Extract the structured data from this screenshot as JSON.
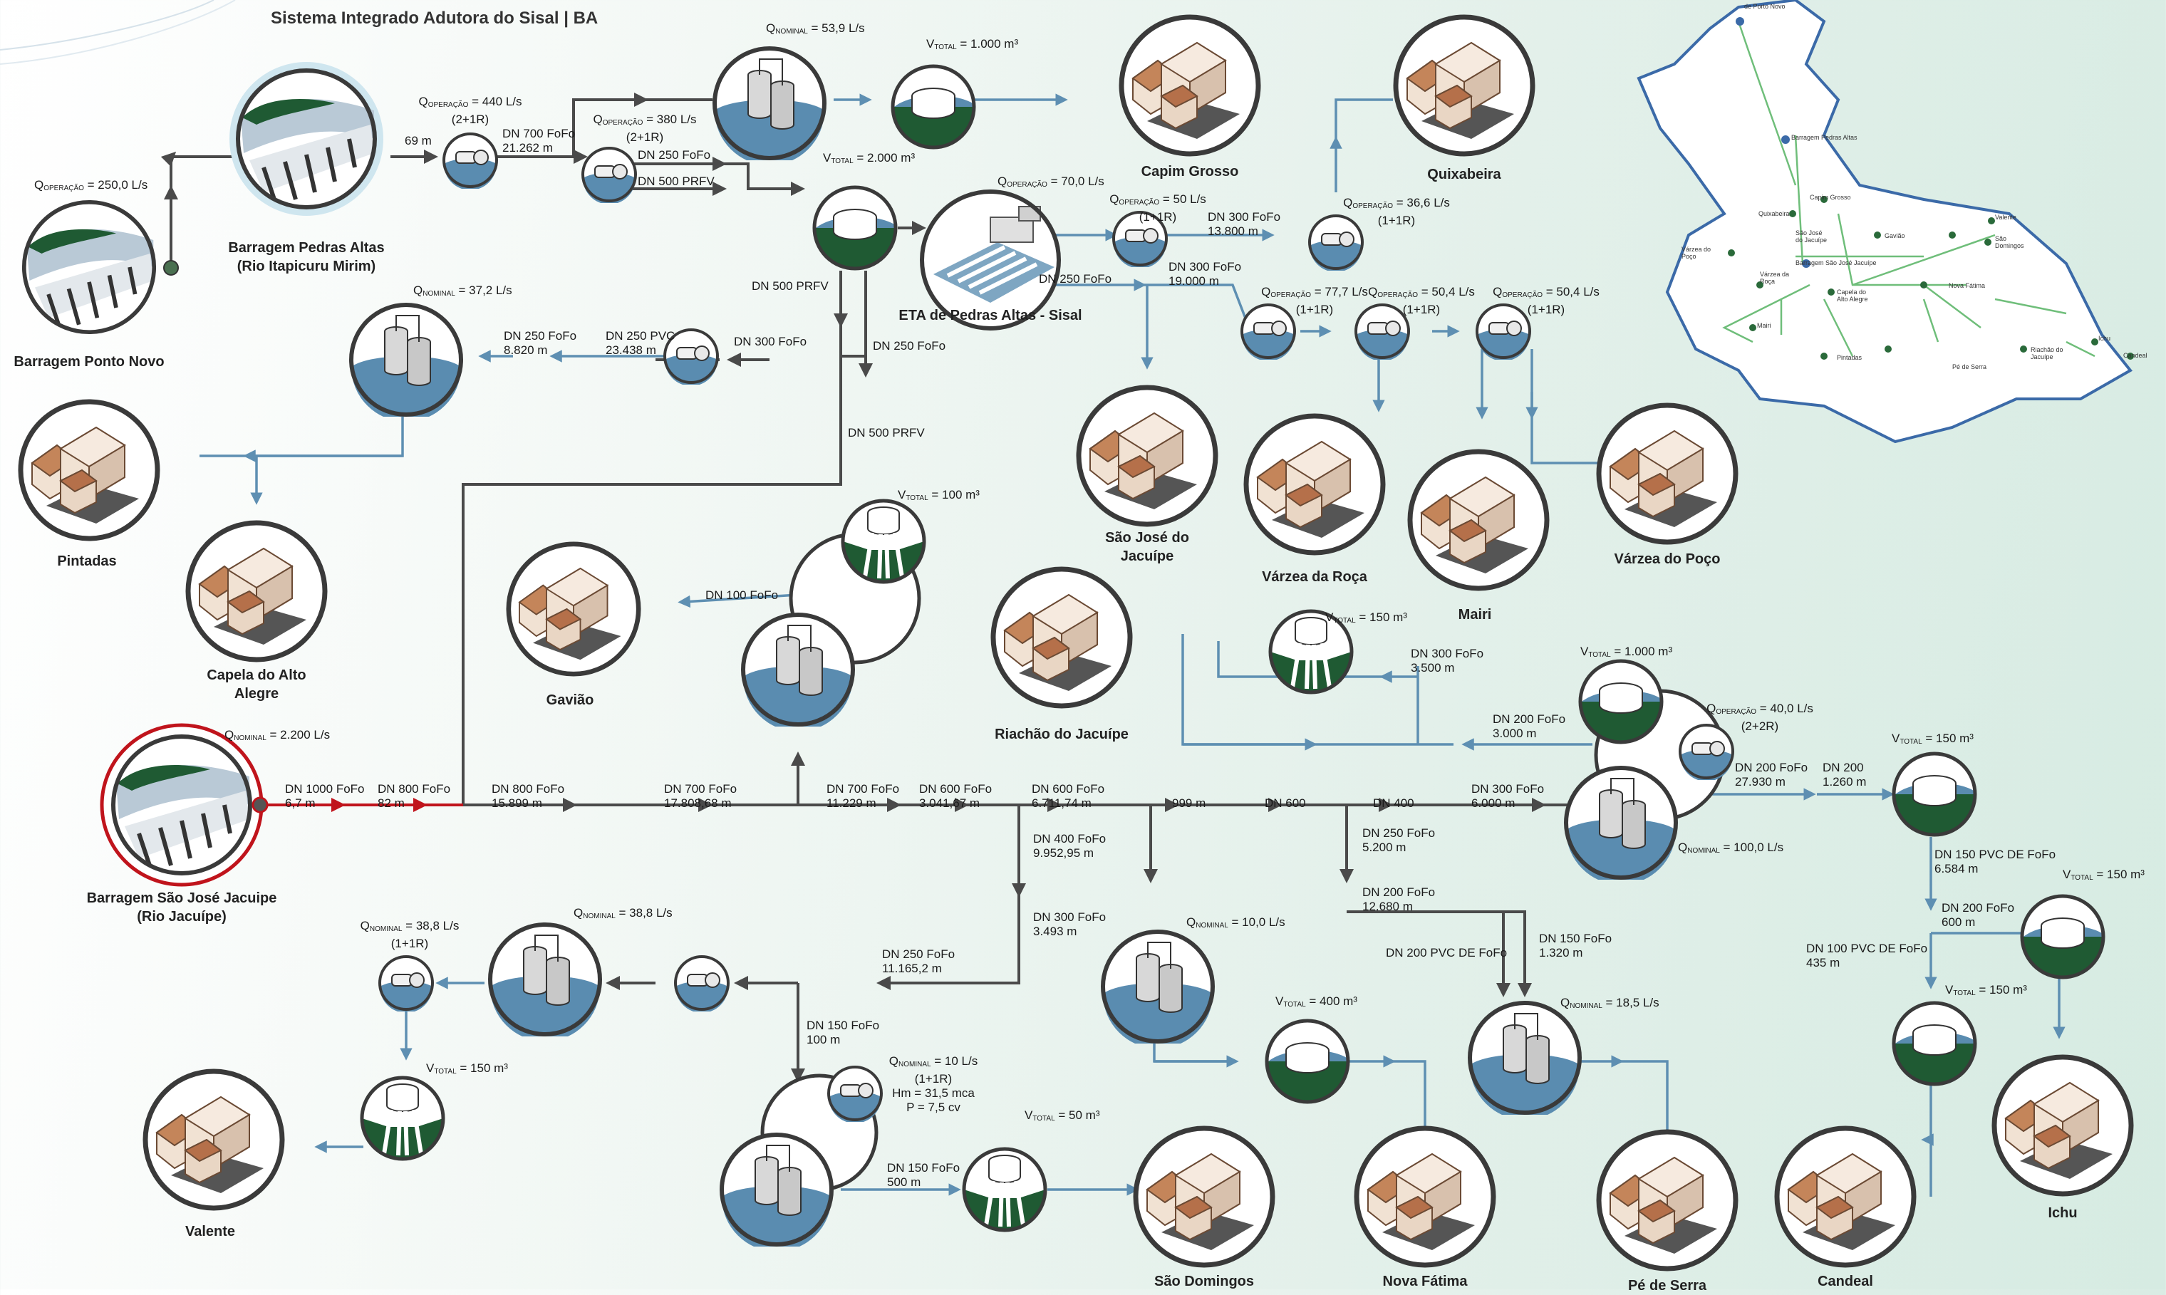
{
  "title": "Sistema Integrado Adutora do Sisal  | BA",
  "places": {
    "ponto_novo": "Barragem Ponto Novo",
    "pedras_altas": [
      "Barragem Pedras Altas",
      "(Rio Itapicuru Mirim)"
    ],
    "sao_jose_jacuipe": [
      "Barragem São José Jacuipe",
      "(Rio Jacuípe)"
    ],
    "eta": "ETA de Pedras Altas - Sisal",
    "capim_grosso": "Capim Grosso",
    "quixabeira": "Quixabeira",
    "pintadas": "Pintadas",
    "capela": [
      "Capela do Alto",
      "Alegre"
    ],
    "sao_jose_do_jacuipe": [
      "São José do",
      "Jacuípe"
    ],
    "varzea_da_roca": "Várzea da Roça",
    "mairi": "Mairi",
    "varzea_do_poco": "Várzea do Poço",
    "gaviao": "Gavião",
    "riachao": "Riachão do Jacuípe",
    "valente": "Valente",
    "sao_domingos": "São Domingos",
    "nova_fatima": "Nova Fátima",
    "pe_de_serra": "Pé de Serra",
    "candeal": "Candeal",
    "ichu": "Ichu"
  },
  "labels": {
    "q_ponto_novo": "Q_OPERAÇÃO = 250,0 L/s",
    "q_pedras1": [
      "Q_OPERAÇÃO = 440 L/s",
      "(2+1R)"
    ],
    "d_69": "69 m",
    "d_700a": [
      "DN 700 FoFo",
      "21.262 m"
    ],
    "q_nominal_539": "Q_NOMINAL = 53,9 L/s",
    "v_1000_top": "V_TOTAL = 1.000 m³",
    "q_380": [
      "Q_OPERAÇÃO = 380 L/s",
      "(2+1R)"
    ],
    "d_250a": "DN 250 FoFo",
    "d_500a": "DN 500 PRFV",
    "v_2000": "V_TOTAL = 2.000 m³",
    "q_70": "Q_OPERAÇÃO = 70,0 L/s",
    "q_50": [
      "Q_OPERAÇÃO = 50 L/s",
      "(1+1R)"
    ],
    "d_300a": [
      "DN 300 FoFo",
      "13.800 m"
    ],
    "q_366": [
      "Q_OPERAÇÃO = 36,6 L/s",
      "(1+1R)"
    ],
    "d_300b": [
      "DN 300 FoFo",
      "19.000 m"
    ],
    "d_250b": "DN 250 FoFo",
    "q_777": [
      "Q_OPERAÇÃO = 77,7 L/s",
      "(1+1R)"
    ],
    "q_504a": [
      "Q_OPERAÇÃO = 50,4 L/s",
      "(1+1R)"
    ],
    "q_504b": [
      "Q_OPERAÇÃO = 50,4 L/s",
      "(1+1R)"
    ],
    "d_500b": "DN 500 PRFV",
    "d_250c": "DN 250 FoFo",
    "d_500c": "DN 500 PRFV",
    "q_372": "Q_NOMINAL = 37,2 L/s",
    "d_250d": [
      "DN 250 FoFo",
      "8.820 m"
    ],
    "d_250pvc": [
      "DN 250 PVC",
      "23.438 m"
    ],
    "d_300c": "DN 300 FoFo",
    "v_100": "V_TOTAL = 100 m³",
    "d_100": "DN 100 FoFo",
    "v_150a": "V_TOTAL = 150 m³",
    "d_300d": [
      "DN 300 FoFo",
      "3.500 m"
    ],
    "v_1000b": "V_TOTAL = 1.000 m³",
    "d_200a": [
      "DN 200 FoFo",
      "3.000 m"
    ],
    "q_40": [
      "Q_OPERAÇÃO = 40,0 L/s",
      "(2+2R)"
    ],
    "q_2200": "Q_NOMINAL = 2.200 L/s",
    "d_1000": [
      "DN 1000 FoFo",
      "6,7 m"
    ],
    "d_800a": [
      "DN 800 FoFo",
      "82 m"
    ],
    "d_800b": [
      "DN 800 FoFo",
      "15.899 m"
    ],
    "d_700b": [
      "DN 700 FoFo",
      "17.808,68 m"
    ],
    "d_700c": [
      "DN 700 FoFo",
      "11.229 m"
    ],
    "d_600a": [
      "DN 600 FoFo",
      "3.041,67 m"
    ],
    "d_600b": [
      "DN 600 FoFo",
      "6.711,74 m"
    ],
    "d_999": "999 m",
    "d_600c": "DN 600",
    "d_400a": "DN 400",
    "d_300e": [
      "DN 300 FoFo",
      "6.000 m"
    ],
    "d_200b": [
      "DN 200 FoFo",
      "27.930 m"
    ],
    "d_200c": [
      "DN 200",
      "1.260 m"
    ],
    "v_150b": "V_TOTAL = 150 m³",
    "q_100": "Q_NOMINAL = 100,0 L/s",
    "d_400b": [
      "DN 400 FoFo",
      "9.952,95 m"
    ],
    "d_250e": [
      "DN 250 FoFo",
      "5.200 m"
    ],
    "d_200d": [
      "DN 200 FoFo",
      "12.680 m"
    ],
    "d_150pvc": [
      "DN 150 PVC DE FoFo",
      "6.584 m"
    ],
    "v_150c": "V_TOTAL = 150 m³",
    "d_200e": [
      "DN 200 FoFo",
      "600 m"
    ],
    "d_100pvc": [
      "DN 100 PVC DE FoFo",
      "435 m"
    ],
    "v_150d": "V_TOTAL = 150 m³",
    "q_388a": [
      "Q_NOMINAL = 38,8 L/s",
      "(1+1R)"
    ],
    "q_388b": "Q_NOMINAL = 38,8 L/s",
    "d_250f": [
      "DN 250 FoFo",
      "11.165,2 m"
    ],
    "d_300f": [
      "DN 300 FoFo",
      "3.493 m"
    ],
    "q_10": "Q_NOMINAL = 10,0 L/s",
    "v_400": "V_TOTAL = 400 m³",
    "d_200pvc": "DN 200 PVC DE FoFo",
    "d_150a": [
      "DN 150 FoFo",
      "1.320 m"
    ],
    "q_185": "Q_NOMINAL = 18,5 L/s",
    "v_150e": "V_TOTAL = 150 m³",
    "d_150b": [
      "DN 150 FoFo",
      "100 m"
    ],
    "q_10b": [
      "Q_NOMINAL = 10 L/s",
      "(1+1R)",
      "Hm = 31,5 mca",
      "P = 7,5 cv"
    ],
    "v_50": "V_TOTAL = 50 m³",
    "d_150c": [
      "DN 150 FoFo",
      "500 m"
    ]
  },
  "map_labels": [
    "de Porto Novo",
    "Barragem Pedras Altas",
    "Capim Grosso",
    "Quixabeira",
    "São José do Jacuípe",
    "Gavião",
    "Valente",
    "São Domingos",
    "Várzea do Poço",
    "Barragem São José Jacuípe",
    "Várzea da Roça",
    "Capela do Alto Alegre",
    "Mairi",
    "Pintadas",
    "Riachão do Jacuípe",
    "Ichu",
    "Candeal",
    "Nova Fátima",
    "Pé de Serra"
  ],
  "colors": {
    "pipe_gray": "#4a4a4a",
    "pipe_blue": "#5e8fb2",
    "pipe_red": "#c0141c",
    "accent_green": "#1e5a32",
    "water": "#5a8cb0"
  }
}
